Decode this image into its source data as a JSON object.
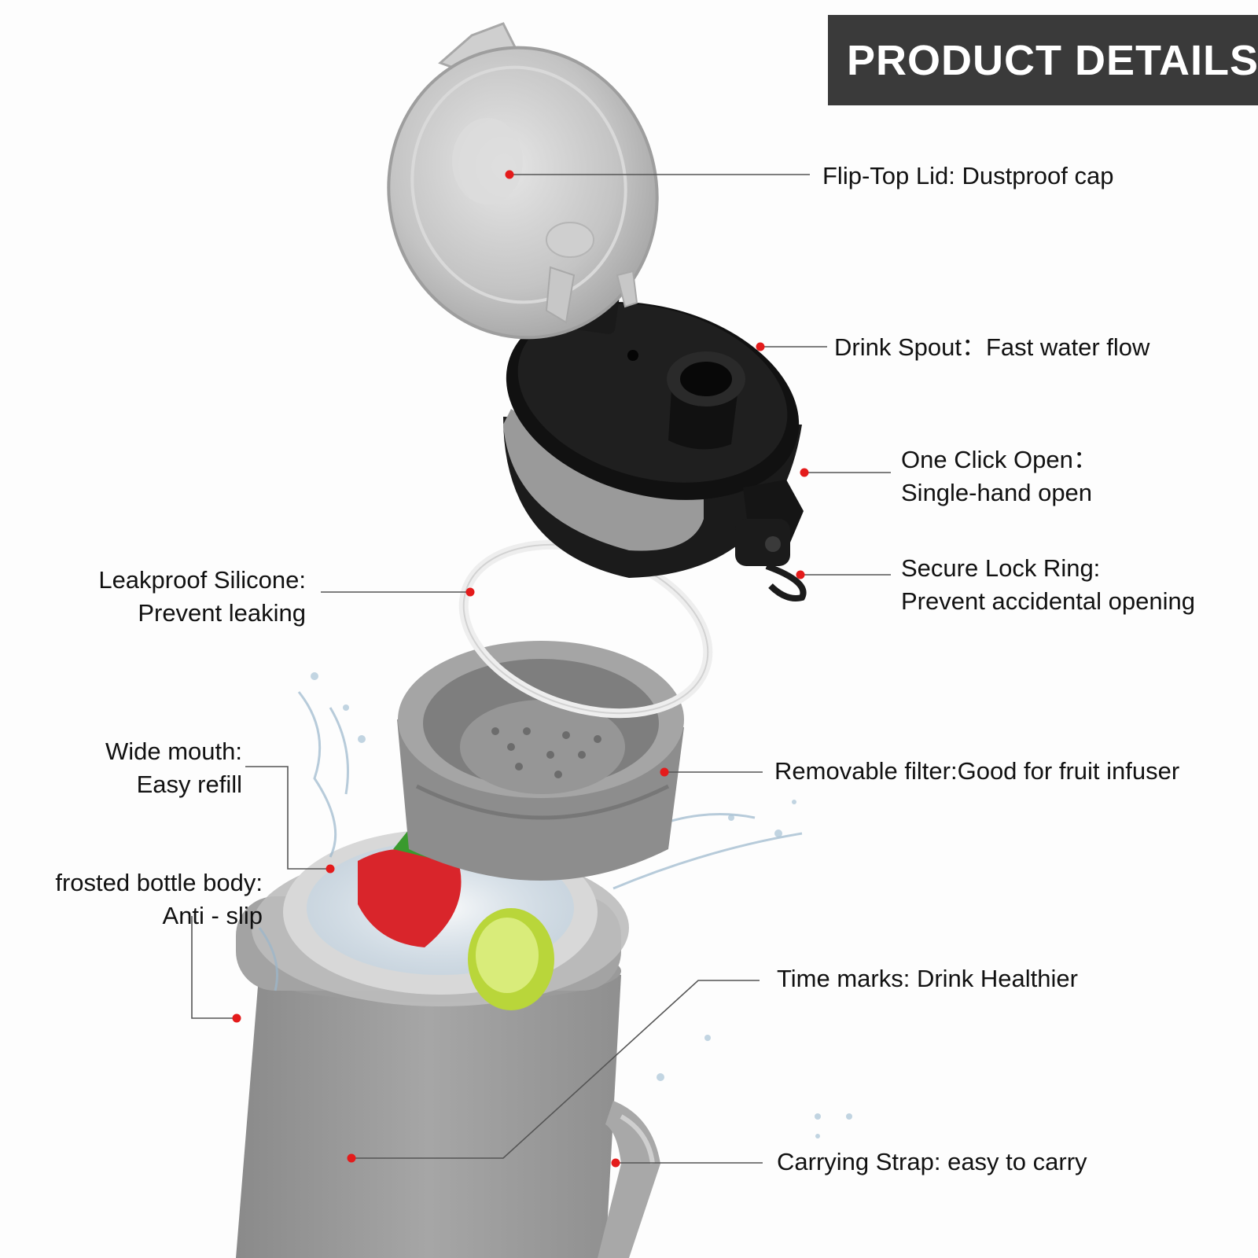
{
  "banner": {
    "title": "PRODUCT DETAILS"
  },
  "colors": {
    "banner_bg": "#3a3a3a",
    "dot": "#e41b1b",
    "leader": "#555555",
    "bottle": "#9a9a9a"
  },
  "callouts": {
    "flip_top_lid": {
      "label": "Flip-Top Lid: Dustproof cap"
    },
    "drink_spout": {
      "label": "Drink Spout：Fast water flow"
    },
    "one_click_open": {
      "line1": "One Click Open：",
      "line2": "Single-hand open"
    },
    "secure_lock_ring": {
      "line1": "Secure Lock Ring:",
      "line2": "Prevent accidental opening"
    },
    "leakproof_silicone": {
      "line1": "Leakproof Silicone:",
      "line2": "Prevent leaking"
    },
    "removable_filter": {
      "label": "Removable filter:Good for fruit infuser"
    },
    "wide_mouth": {
      "line1": "Wide mouth:",
      "line2": "Easy refill"
    },
    "frosted_body": {
      "line1": "frosted bottle body:",
      "line2": "Anti - slip"
    },
    "time_marks": {
      "label": "Time marks: Drink Healthier"
    },
    "carrying_strap": {
      "label": "Carrying Strap: easy to carry"
    }
  }
}
